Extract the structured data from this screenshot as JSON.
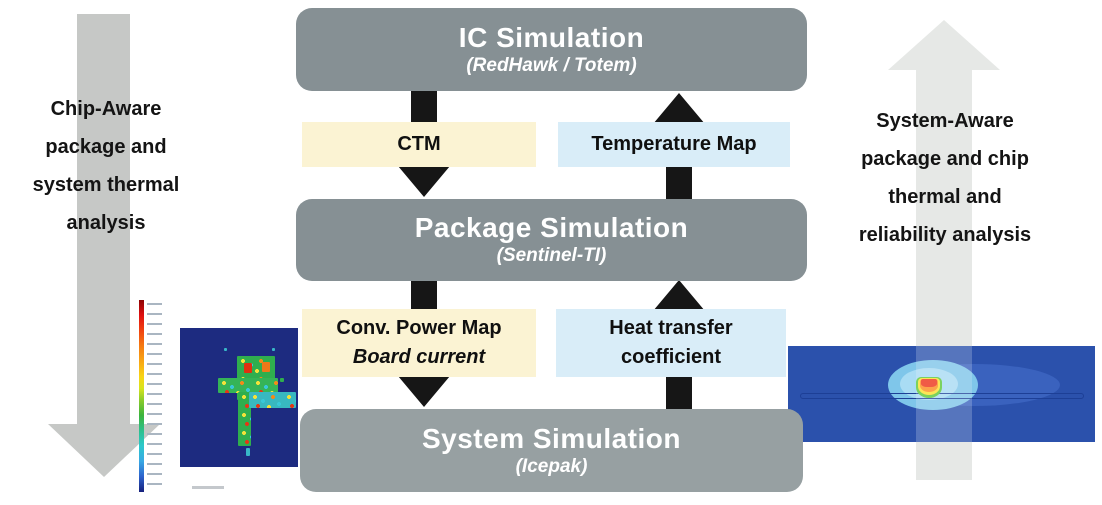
{
  "left_panel": {
    "caption": "Chip-Aware\npackage and\nsystem thermal\nanalysis"
  },
  "right_panel": {
    "caption": "System-Aware\npackage and chip\nthermal and\nreliability analysis"
  },
  "flow": {
    "nodes": [
      {
        "title": "IC Simulation",
        "subtitle": "(RedHawk / Totem)"
      },
      {
        "title": "Package Simulation",
        "subtitle": "(Sentinel-TI)"
      },
      {
        "title": "System Simulation",
        "subtitle": "(Icepak)"
      }
    ],
    "edges": [
      {
        "label": "CTM",
        "label2": "",
        "direction": "down",
        "from": "IC Simulation",
        "to": "Package Simulation"
      },
      {
        "label": "Temperature Map",
        "label2": "",
        "direction": "up",
        "from": "Package Simulation",
        "to": "IC Simulation"
      },
      {
        "label": "Conv. Power Map",
        "label2": "Board current",
        "direction": "down",
        "from": "Package Simulation",
        "to": "System Simulation"
      },
      {
        "label": "Heat transfer",
        "label2": "coefficient",
        "direction": "up",
        "from": "System Simulation",
        "to": "Package Simulation"
      }
    ]
  },
  "images": {
    "left_thermal_map": "board power map with rainbow color scale legend",
    "right_thermal_map": "system cross-section thermal plume with hotspot"
  },
  "colors": {
    "node_gray": "#869094",
    "node_gray_bottom": "#97a0a2",
    "label_cream": "#fbf3d3",
    "label_blue": "#d9edf8",
    "connector_black": "#161616",
    "side_arrow_left": "#c6c8c6",
    "side_arrow_right": "#e6e8e6",
    "powermap_navy": "#1d2b80",
    "plume_blue": "#2b51ac"
  }
}
